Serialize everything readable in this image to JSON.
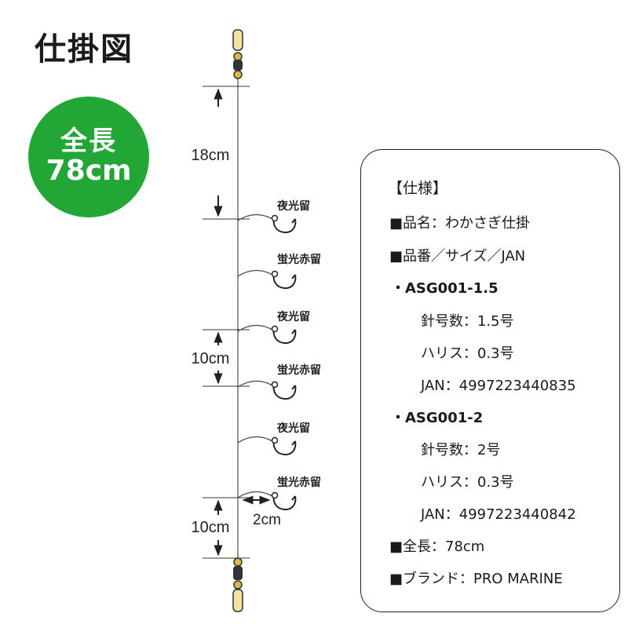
{
  "title": "仕掛図",
  "badge": {
    "line1": "全長",
    "line2": "78cm"
  },
  "rig": {
    "dimensions": {
      "top_leader": "18cm",
      "branch_spacing": "10cm",
      "bottom_leader": "10cm",
      "branch_length": "2cm"
    },
    "hooks": [
      "夜光留",
      "蛍光赤留",
      "夜光留",
      "蛍光赤留",
      "夜光留",
      "蛍光赤留"
    ]
  },
  "spec": {
    "heading": "【仕様】",
    "lines": [
      "■品名：わかさぎ仕掛",
      "■品番／サイズ／JAN",
      "・ASG001-1.5",
      "針号数：1.5号",
      "ハリス：0.3号",
      "JAN：4997223440835",
      "・ASG001-2",
      "針号数：2号",
      "ハリス：0.3号",
      "JAN：4997223440842",
      "■全長：78cm",
      "■ブランド：PRO MARINE"
    ]
  }
}
